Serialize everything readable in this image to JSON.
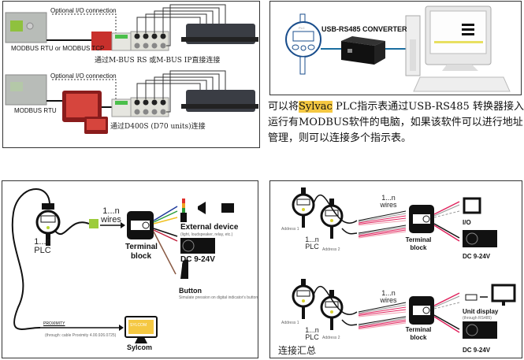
{
  "panel_top_left": {
    "row1": {
      "optional_label": "Optional I/O connection",
      "plc_label": "MODBUS RTU or MODBUS TCP",
      "caption": "通过M-BUS RS 或M-BUS IP直接连接"
    },
    "row2": {
      "optional_label": "Optional I/O connection",
      "plc_label": "MODBUS RTU",
      "caption": "通过D400S (D70 units)连接"
    }
  },
  "panel_top_right": {
    "gauge_label": "PLC",
    "converter_label": "USB-RS485 CONVERTER"
  },
  "description": {
    "before": "可以将",
    "highlight": "Sylvac",
    "after": " PLC指示表通过USB-RS485 转换器接入运行有MODBUS软件的电脑，如果该软件可以进行地址管理，则可以连接多个指示表。",
    "highlight_color": "#f5c842"
  },
  "panel_bottom_left": {
    "plc_label_1": "1...n",
    "plc_label_2": "PLC",
    "wires_1": "1...n",
    "wires_2": "wires",
    "terminal_1": "Terminal",
    "terminal_2": "block",
    "external_device": "External device",
    "external_device_sub": "(light, loudspeaker, relay, etc.)",
    "dc": "DC 9-24V",
    "button": "Button",
    "button_sub": "Simulate pression on digital indicator's button.",
    "proximity": "PROXIMITY",
    "proximity_sub": "(through: cable Proximity 4.00.926.0725)",
    "sylcom": "Sylcom",
    "sylcom_screen": "SYLCOM"
  },
  "panel_bottom_right": {
    "top": {
      "address1": "Address 1",
      "address2": "Address 2",
      "plc_1": "1...n",
      "plc_2": "PLC",
      "wires_1": "1...n",
      "wires_2": "wires",
      "terminal_1": "Terminal",
      "terminal_2": "block",
      "io": "I/O",
      "dc": "DC 9-24V"
    },
    "bottom": {
      "address1": "Address 1",
      "address2": "Address 2",
      "plc_1": "1...n",
      "plc_2": "PLC",
      "wires_1": "1...n",
      "wires_2": "wires",
      "terminal_1": "Terminal",
      "terminal_2": "block",
      "unit_display": "Unit display",
      "unit_display_sub": "(through RS485)",
      "dc": "DC 9-24V"
    },
    "summary_label": "连接汇总"
  },
  "colors": {
    "plc_red": "#c8302c",
    "device_dark": "#3a3d44",
    "wire_pink": "#e0245e",
    "accent_yellow": "#f5c842"
  }
}
